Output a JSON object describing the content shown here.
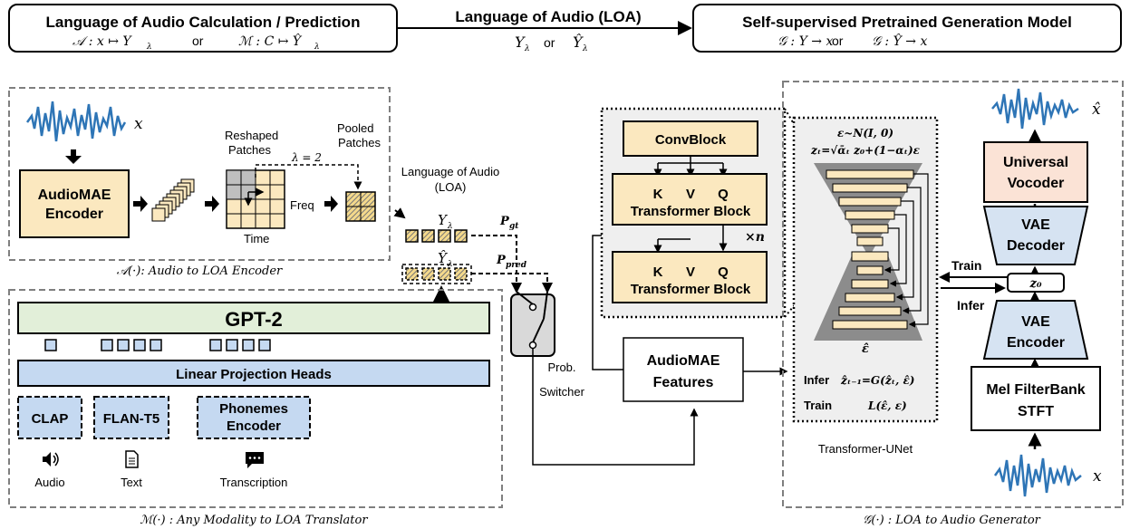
{
  "header": {
    "left_title": "Language of Audio Calculation / Prediction",
    "left_formula_a": "𝒜 : x ↦ Y",
    "left_or": "or",
    "left_formula_b": "ℳ : C ↦ Ŷ",
    "middle_title": "Language of Audio (LOA)",
    "middle_formula_a": "Y",
    "middle_or": "or",
    "middle_formula_b": "Ŷ",
    "right_title": "Self-supervised Pretrained Generation Model",
    "right_formula_a": "𝒢 : Y → x",
    "right_or": "or",
    "right_formula_b": "𝒢 : Ŷ → x",
    "lambda_sub": "λ"
  },
  "encoder_panel": {
    "x_label": "x",
    "encoder_label_line1": "AudioMAE",
    "encoder_label_line2": "Encoder",
    "reshaped_line1": "Reshaped",
    "reshaped_line2": "Patches",
    "pooled_line1": "Pooled",
    "pooled_line2": "Patches",
    "lambda_label": "λ = 2",
    "freq_label": "Freq",
    "time_label": "Time",
    "caption": "𝒜(·): Audio to LOA Encoder"
  },
  "loa": {
    "title_line1": "Language of Audio",
    "title_line2": "(LOA)",
    "y_label": "Y",
    "yhat_label": "Ŷ",
    "p_gt": "P",
    "p_gt_sub": "gt",
    "p_pred": "P",
    "p_pred_sub": "pred"
  },
  "translator_panel": {
    "gpt_label": "GPT-2",
    "linear_label": "Linear Projection Heads",
    "clap_label": "CLAP",
    "flan_label": "FLAN-T5",
    "phonemes_line1": "Phonemes",
    "phonemes_line2": "Encoder",
    "audio_label": "Audio",
    "text_label": "Text",
    "transcription_label": "Transcription",
    "caption": "ℳ(·) : Any Modality to LOA Translator"
  },
  "switcher": {
    "label_line1": "Prob.",
    "label_line2": "Switcher"
  },
  "features": {
    "label_line1": "AudioMAE",
    "label_line2": "Features"
  },
  "transformer_detail": {
    "convblock": "ConvBlock",
    "k": "K",
    "v": "V",
    "q": "Q",
    "block_label": "Transformer Block",
    "times_n": "×n"
  },
  "unet": {
    "eq1": "ε~N(I, 0)",
    "eq2": "zₜ=√ᾱₜ z₀+(1−αₜ)ε",
    "eps_hat": "ε̂",
    "infer_label": "Infer",
    "infer_eq": "ẑₜ₋₁=G(ẑₜ, ε̂)",
    "train_label": "Train",
    "train_eq": "L(ε̂, ε)",
    "caption": "Transformer-UNet"
  },
  "generator_panel": {
    "xhat_label": "x̂",
    "vocoder_line1": "Universal",
    "vocoder_line2": "Vocoder",
    "vae_dec_line1": "VAE",
    "vae_dec_line2": "Decoder",
    "z0_label": "z₀",
    "train_label": "Train",
    "infer_label": "Infer",
    "vae_enc_line1": "VAE",
    "vae_enc_line2": "Encoder",
    "mel_line1": "Mel FilterBank",
    "mel_line2": "STFT",
    "x_label": "x",
    "caption": "𝒢(·) : LOA to Audio Generator"
  },
  "colors": {
    "encoder_fill": "#fbe8bf",
    "gpt_fill": "#e2efd9",
    "linear_fill": "#c5d9f1",
    "modality_fill": "#c5d9f1",
    "vocoder_fill": "#fbe3d6",
    "vae_fill": "#d6e3f2",
    "panel_bg": "#efefef",
    "wave": "#2e75b6"
  }
}
